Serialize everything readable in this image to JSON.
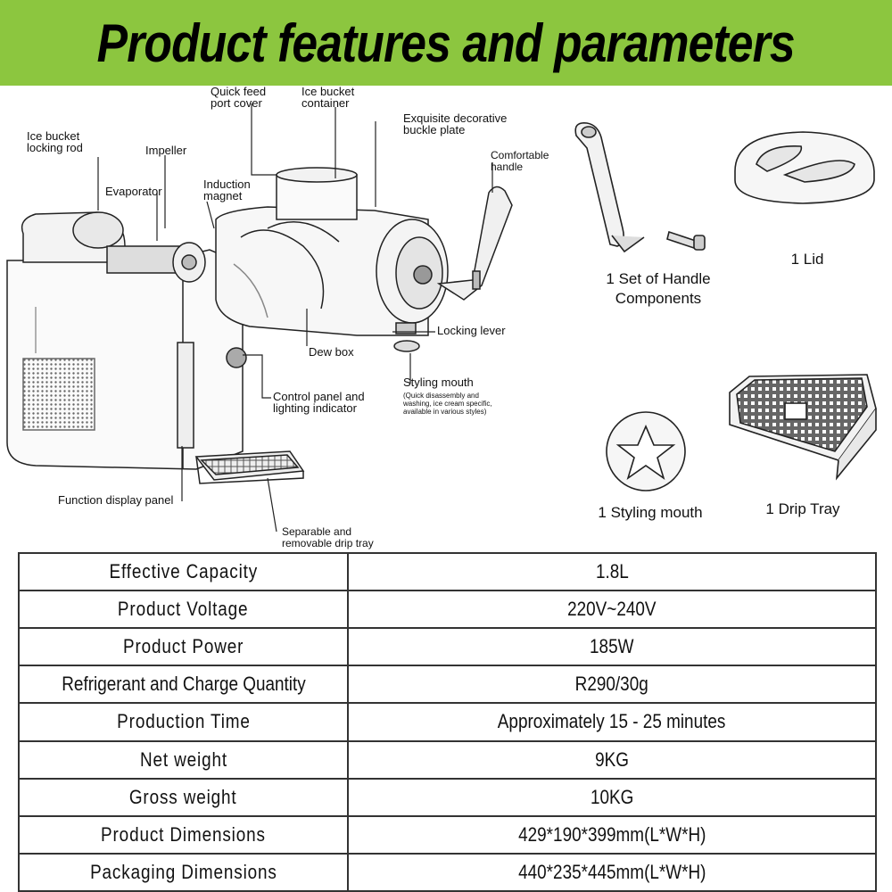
{
  "banner": {
    "title": "Product features and parameters"
  },
  "diagram": {
    "callouts": {
      "quick_feed": "Quick feed\nport cover",
      "ice_container": "Ice bucket\ncontainer",
      "buckle_plate": "Exquisite decorative\nbuckle plate",
      "handle": "Comfortable\nhandle",
      "locking_rod": "Ice bucket\nlocking rod",
      "impeller": "Impeller",
      "induction": "Induction\nmagnet",
      "evaporator": "Evaporator",
      "locking_lever": "Locking lever",
      "dew_box": "Dew box",
      "styling_mouth": "Styling mouth",
      "styling_note": "(Quick disassembly and\nwashing, ice cream specific,\navailable in various styles)",
      "control_panel": "Control panel and\nlighting indicator",
      "display_panel": "Function display panel",
      "drip_tray": "Separable and\nremovable drip tray"
    }
  },
  "accessories": {
    "handle_set": "1 Set of Handle\nComponents",
    "lid": "1 Lid",
    "styling_mouth": "1 Styling mouth",
    "drip_tray": "1 Drip Tray"
  },
  "specs": [
    {
      "label": "Effective Capacity",
      "value": "1.8L"
    },
    {
      "label": "Product Voltage",
      "value": "220V~240V"
    },
    {
      "label": "Product Power",
      "value": "185W"
    },
    {
      "label": "Refrigerant and Charge Quantity",
      "value": "R290/30g"
    },
    {
      "label": "Production Time",
      "value": "Approximately 15 - 25 minutes"
    },
    {
      "label": "Net weight",
      "value": "9KG"
    },
    {
      "label": "Gross weight",
      "value": "10KG"
    },
    {
      "label": "Product Dimensions",
      "value": "429*190*399mm(L*W*H)"
    },
    {
      "label": "Packaging Dimensions",
      "value": "440*235*445mm(L*W*H)"
    }
  ],
  "colors": {
    "banner": "#8cc63f",
    "border": "#333333",
    "text": "#111111"
  }
}
